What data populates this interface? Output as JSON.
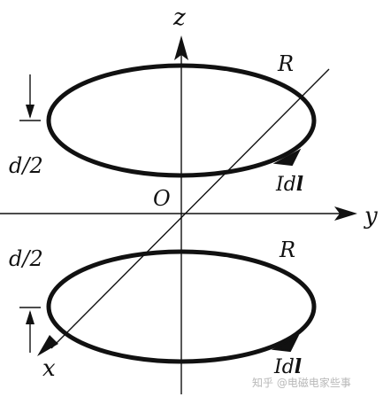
{
  "labels": {
    "z_axis": "z",
    "y_axis": "y",
    "x_axis": "x",
    "origin": "O",
    "radius_top": "R",
    "radius_bottom": "R",
    "half_distance_top": "d/2",
    "half_distance_bottom": "d/2",
    "current_element_top_I": "Id",
    "current_element_top_l": "l",
    "current_element_bottom_I": "Id",
    "current_element_bottom_l": "l"
  },
  "watermark": "知乎 @电磁电家些事",
  "colors": {
    "line": "#111111",
    "background": "#ffffff",
    "watermark": "#b9b9b9"
  }
}
